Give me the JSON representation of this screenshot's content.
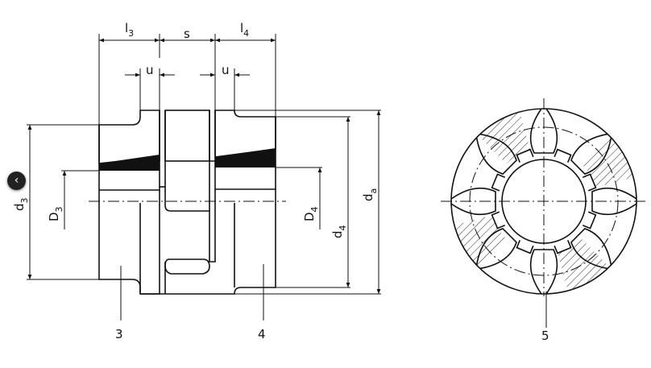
{
  "dimensions": {
    "l3": {
      "base": "l",
      "sub": "3"
    },
    "s": "s",
    "l4": {
      "base": "l",
      "sub": "4"
    },
    "u_left": "u",
    "u_right": "u",
    "d3": {
      "base": "d",
      "sub": "3"
    },
    "D3": {
      "base": "D",
      "sub": "3"
    },
    "D4": {
      "base": "D",
      "sub": "4"
    },
    "d4": {
      "base": "d",
      "sub": "4"
    },
    "da": {
      "base": "d",
      "sub": "a"
    }
  },
  "part_labels": {
    "hub_left": "3",
    "hub_right": "4",
    "spider": "5"
  },
  "back_button": {
    "icon": "chevron-left-icon",
    "glyph": "‹"
  }
}
